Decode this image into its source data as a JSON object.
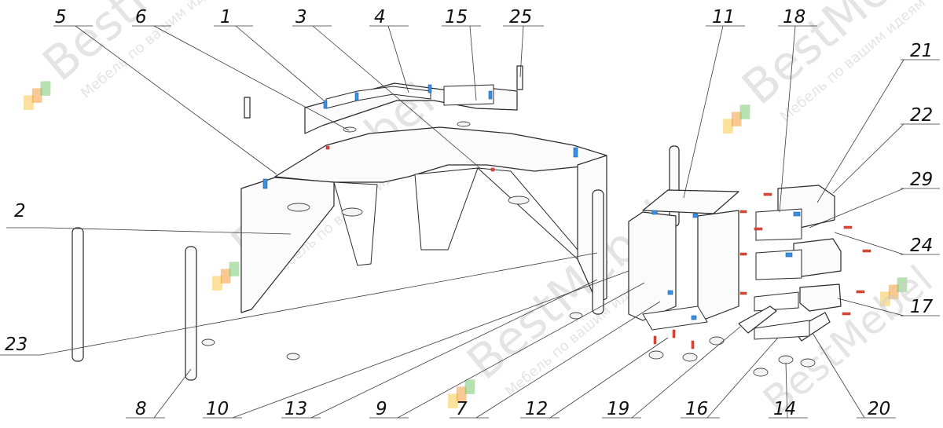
{
  "watermark": {
    "brand": "BestMebel",
    "tagline": "Мебель по вашим идеям",
    "colors": [
      "#f7c948",
      "#f39c3d",
      "#7bc96f",
      "#f6d7a8"
    ]
  },
  "callouts": [
    {
      "id": "c1",
      "label": "1"
    },
    {
      "id": "c2",
      "label": "2"
    },
    {
      "id": "c3",
      "label": "3"
    },
    {
      "id": "c4",
      "label": "4"
    },
    {
      "id": "c5",
      "label": "5"
    },
    {
      "id": "c6",
      "label": "6"
    },
    {
      "id": "c7",
      "label": "7"
    },
    {
      "id": "c8",
      "label": "8"
    },
    {
      "id": "c9",
      "label": "9"
    },
    {
      "id": "c10",
      "label": "10"
    },
    {
      "id": "c11",
      "label": "11"
    },
    {
      "id": "c12",
      "label": "12"
    },
    {
      "id": "c13",
      "label": "13"
    },
    {
      "id": "c14",
      "label": "14"
    },
    {
      "id": "c15",
      "label": "15"
    },
    {
      "id": "c16",
      "label": "16"
    },
    {
      "id": "c17",
      "label": "17"
    },
    {
      "id": "c18",
      "label": "18"
    },
    {
      "id": "c19",
      "label": "19"
    },
    {
      "id": "c20",
      "label": "20"
    },
    {
      "id": "c21",
      "label": "21"
    },
    {
      "id": "c22",
      "label": "22"
    },
    {
      "id": "c23",
      "label": "23"
    },
    {
      "id": "c24",
      "label": "24"
    },
    {
      "id": "c25",
      "label": "25"
    },
    {
      "id": "c29",
      "label": "29"
    }
  ]
}
